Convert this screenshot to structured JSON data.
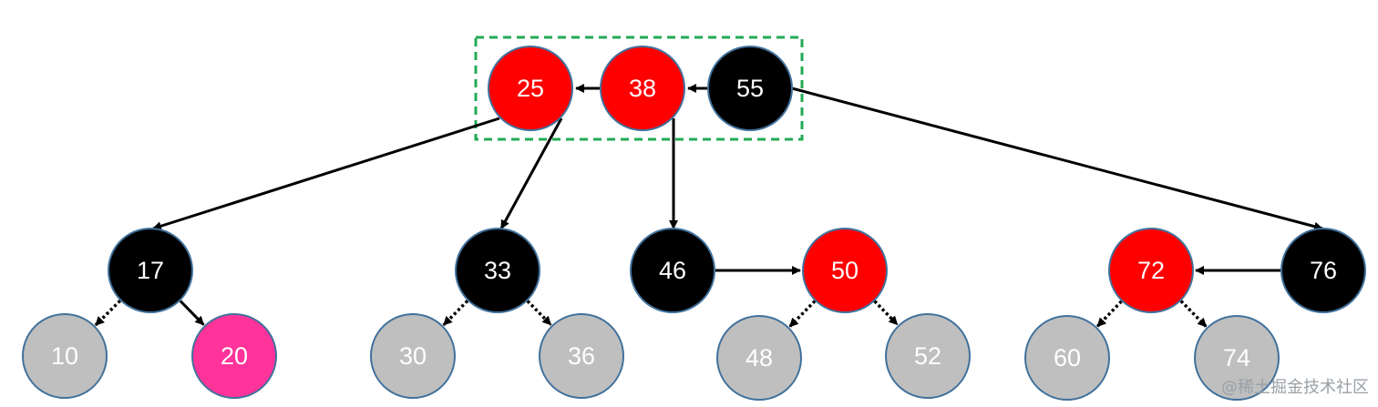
{
  "colors": {
    "red": "#ff0000",
    "black": "#000000",
    "gray": "#bfbfbf",
    "pink": "#ff3399",
    "border": "#41719c",
    "highlight": "#22aa55",
    "text_on_dark": "#ffffff"
  },
  "nodes": [
    {
      "id": "n25",
      "label": "25",
      "color": "red"
    },
    {
      "id": "n38",
      "label": "38",
      "color": "red"
    },
    {
      "id": "n55",
      "label": "55",
      "color": "black"
    },
    {
      "id": "n17",
      "label": "17",
      "color": "black"
    },
    {
      "id": "n33",
      "label": "33",
      "color": "black"
    },
    {
      "id": "n46",
      "label": "46",
      "color": "black"
    },
    {
      "id": "n50",
      "label": "50",
      "color": "red"
    },
    {
      "id": "n72",
      "label": "72",
      "color": "red"
    },
    {
      "id": "n76",
      "label": "76",
      "color": "black"
    },
    {
      "id": "n10",
      "label": "10",
      "color": "gray"
    },
    {
      "id": "n20",
      "label": "20",
      "color": "pink"
    },
    {
      "id": "n30",
      "label": "30",
      "color": "gray"
    },
    {
      "id": "n36",
      "label": "36",
      "color": "gray"
    },
    {
      "id": "n48",
      "label": "48",
      "color": "gray"
    },
    {
      "id": "n52",
      "label": "52",
      "color": "gray"
    },
    {
      "id": "n60",
      "label": "60",
      "color": "gray"
    },
    {
      "id": "n74",
      "label": "74",
      "color": "gray"
    }
  ],
  "edges": [
    {
      "from": "n38",
      "to": "n25",
      "style": "solid"
    },
    {
      "from": "n55",
      "to": "n38",
      "style": "solid"
    },
    {
      "from": "n25",
      "to": "n17",
      "style": "solid"
    },
    {
      "from": "n25",
      "to": "n33",
      "style": "solid"
    },
    {
      "from": "n38",
      "to": "n46",
      "style": "solid"
    },
    {
      "from": "n55",
      "to": "n76",
      "style": "solid"
    },
    {
      "from": "n46",
      "to": "n50",
      "style": "solid"
    },
    {
      "from": "n76",
      "to": "n72",
      "style": "solid"
    },
    {
      "from": "n17",
      "to": "n20",
      "style": "solid"
    },
    {
      "from": "n17",
      "to": "n10",
      "style": "dotted"
    },
    {
      "from": "n33",
      "to": "n30",
      "style": "dotted"
    },
    {
      "from": "n33",
      "to": "n36",
      "style": "dotted"
    },
    {
      "from": "n50",
      "to": "n48",
      "style": "dotted"
    },
    {
      "from": "n50",
      "to": "n52",
      "style": "dotted"
    },
    {
      "from": "n72",
      "to": "n60",
      "style": "dotted"
    },
    {
      "from": "n72",
      "to": "n74",
      "style": "dotted"
    }
  ],
  "highlight_group": [
    "n25",
    "n38",
    "n55"
  ],
  "watermark": "@稀土掘金技术社区"
}
